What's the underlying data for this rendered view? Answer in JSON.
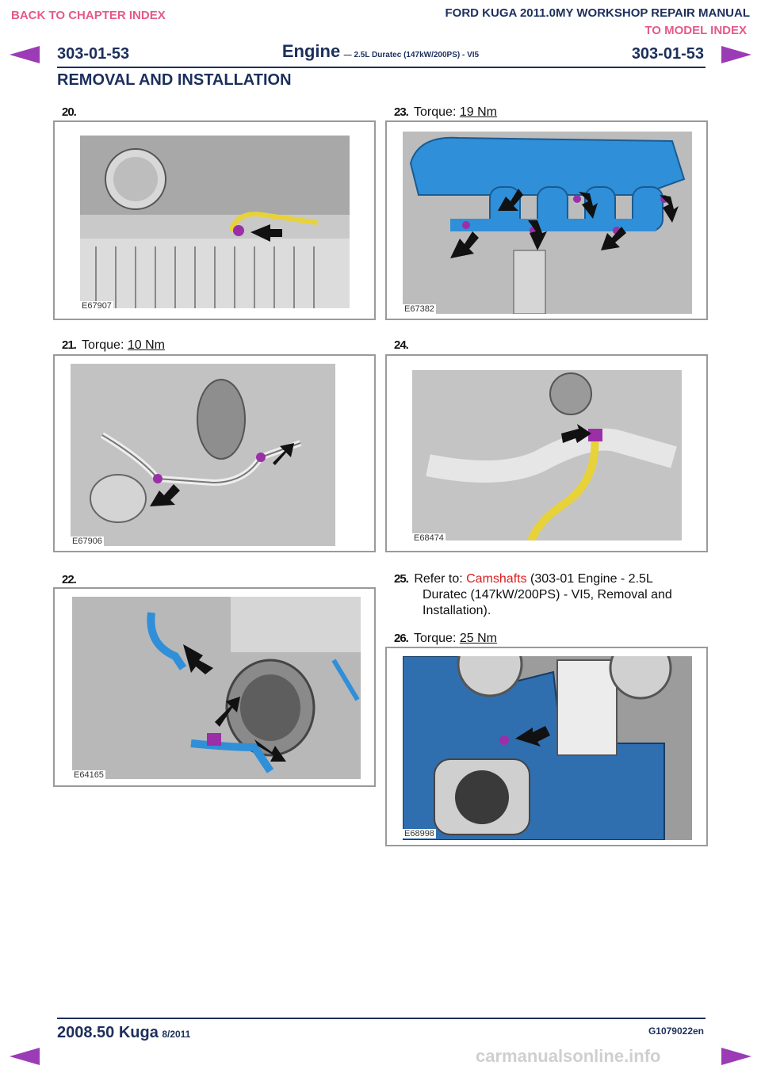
{
  "nav": {
    "back_chapter": "BACK TO CHAPTER INDEX",
    "manual_title": "FORD KUGA 2011.0MY WORKSHOP REPAIR MANUAL",
    "model_index": "TO MODEL INDEX"
  },
  "header": {
    "code_left": "303-01-53",
    "code_right": "303-01-53",
    "title": "Engine",
    "subtitle": "— 2.5L Duratec (147kW/200PS) - VI5",
    "section": "REMOVAL AND INSTALLATION"
  },
  "steps": [
    {
      "num": "20.",
      "text": "",
      "fig": "E67907"
    },
    {
      "num": "21.",
      "prefix": "Torque:",
      "value": "10 Nm",
      "fig": "E67906"
    },
    {
      "num": "22.",
      "text": "",
      "fig": "E64165"
    },
    {
      "num": "23.",
      "prefix": "Torque:",
      "value": "19 Nm",
      "fig": "E67382"
    },
    {
      "num": "24.",
      "text": "",
      "fig": "E68474"
    },
    {
      "num": "25.",
      "prefix": "Refer to:",
      "link": "Camshafts",
      "rest1": "(303-01 Engine - 2.5L",
      "rest2": "Duratec (147kW/200PS) - VI5, Removal and",
      "rest3": "Installation)."
    },
    {
      "num": "26.",
      "prefix": "Torque:",
      "value": "25 Nm",
      "fig": "E68998"
    }
  ],
  "footer": {
    "model": "2008.50 Kuga",
    "date": "8/2011",
    "doc_code": "G1079022en",
    "watermark": "carmanualsonline.info"
  },
  "colors": {
    "navy": "#1c2f5c",
    "link_red": "#d91e1e",
    "nav_pink": "#e45a8a",
    "nav_arrow": "#9b3bb5",
    "highlight_blue": "#2f8fd8",
    "highlight_yellow": "#e8d23a",
    "fastener_purple": "#9b2fa8"
  }
}
